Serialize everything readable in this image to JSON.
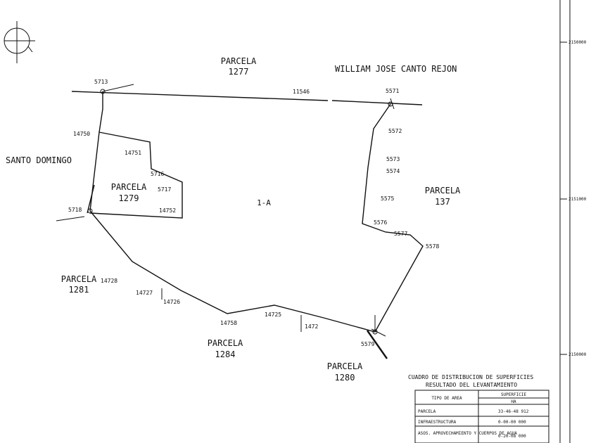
{
  "parcels": {
    "p1277": {
      "name": "PARCELA",
      "number": "1277"
    },
    "p1279": {
      "name": "PARCELA",
      "number": "1279"
    },
    "p137": {
      "name": "PARCELA",
      "number": "137"
    },
    "p1281": {
      "name": "PARCELA",
      "number": "1281"
    },
    "p1284": {
      "name": "PARCELA",
      "number": "1284"
    },
    "p1280": {
      "name": "PARCELA",
      "number": "1280"
    }
  },
  "owners": {
    "north_east": "WILLIAM JOSE CANTO REJON",
    "west": "SANTO DOMINGO"
  },
  "center_label": "1-A",
  "vertices": {
    "v5713": "5713",
    "v14750": "14750",
    "v14751": "14751",
    "v5716": "5716",
    "v5717": "5717",
    "v14752": "14752",
    "v5718": "5718",
    "v14728": "14728",
    "v14727": "14727",
    "v14726": "14726",
    "v14758": "14758",
    "v14725": "14725",
    "v1472": "1472",
    "v5579": "5579",
    "v5578": "5578",
    "v5577": "5577",
    "v5576": "5576",
    "v5575": "5575",
    "v5574": "5574",
    "v5573": "5573",
    "v5572": "5572",
    "v5571": "5571",
    "v11546": "11546"
  },
  "coordinates": {
    "top": "2150000",
    "mid": "2151000",
    "bottom": "2150000"
  },
  "table": {
    "title_line1": "CUADRO DE DISTRIBUCION DE SUPERFICIES",
    "title_line2": "RESULTADO DEL LEVANTAMIENTO",
    "col1_header": "TIPO DE AREA",
    "col2_header": "SUPERFICIE",
    "col2_sub": "HA",
    "rows": [
      {
        "type": "PARCELA",
        "area": "33-46-48 912"
      },
      {
        "type": "INFRAESTRUCTURA",
        "area": "0-00-00 000"
      },
      {
        "type": "ASOS. APROVECHAMIENTO Y CUERPOS DE AGUA",
        "area": "0-20-08 000"
      }
    ]
  }
}
